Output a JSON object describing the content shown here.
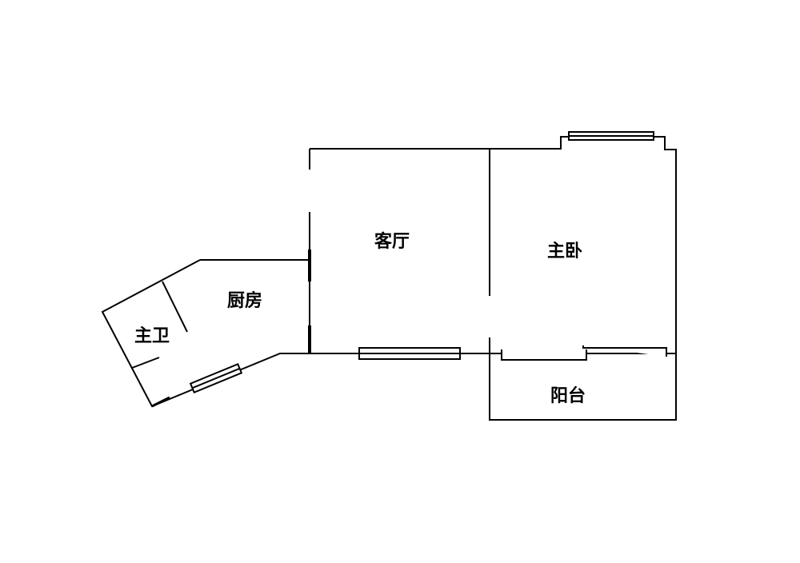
{
  "rooms": {
    "living_room": "客厅",
    "master_bedroom": "主卧",
    "kitchen": "厨房",
    "master_bathroom": "主卫",
    "balcony": "阳台"
  },
  "colors": {
    "line": "#000000",
    "background": "#ffffff"
  }
}
